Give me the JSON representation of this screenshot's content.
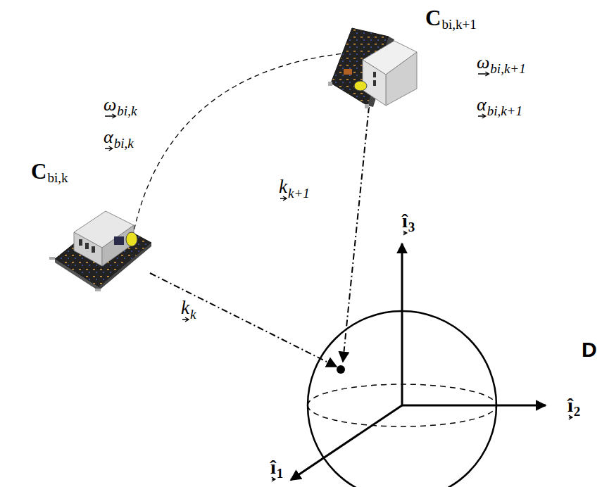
{
  "diagram": {
    "labels": [
      "C",
      "bi,k",
      "C",
      "bi,k+1",
      "ω",
      "bi,k",
      "α",
      "bi,k",
      "ω",
      "bi,k+1",
      "α",
      "bi,k+1",
      "k",
      "k+1",
      "k",
      "k",
      "î",
      "3",
      "î",
      "2",
      "î",
      "1",
      "D"
    ]
  }
}
